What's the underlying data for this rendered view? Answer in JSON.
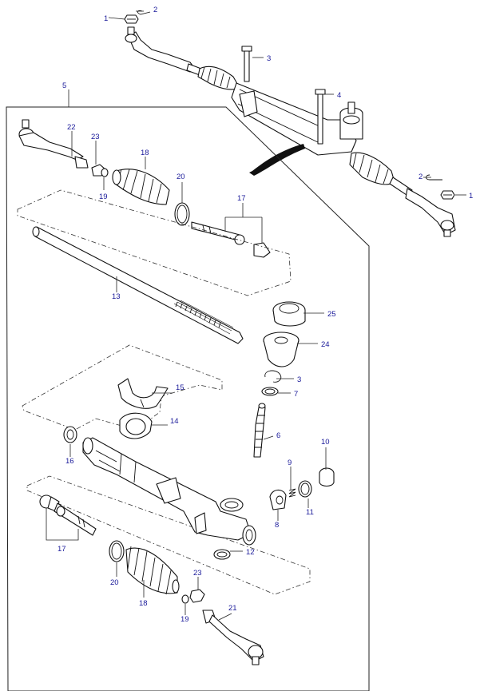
{
  "diagram": {
    "labels": [
      {
        "id": "l1a",
        "text": "1"
      },
      {
        "id": "l2a",
        "text": "2"
      },
      {
        "id": "l3a",
        "text": "3"
      },
      {
        "id": "l4",
        "text": "4"
      },
      {
        "id": "l5",
        "text": "5"
      },
      {
        "id": "l2b",
        "text": "2"
      },
      {
        "id": "l1b",
        "text": "1"
      },
      {
        "id": "l22",
        "text": "22"
      },
      {
        "id": "l23a",
        "text": "23"
      },
      {
        "id": "l18a",
        "text": "18"
      },
      {
        "id": "l19a",
        "text": "19"
      },
      {
        "id": "l20a",
        "text": "20"
      },
      {
        "id": "l17a",
        "text": "17"
      },
      {
        "id": "l13",
        "text": "13"
      },
      {
        "id": "l25",
        "text": "25"
      },
      {
        "id": "l24",
        "text": "24"
      },
      {
        "id": "l3b",
        "text": "3"
      },
      {
        "id": "l7",
        "text": "7"
      },
      {
        "id": "l15",
        "text": "15"
      },
      {
        "id": "l14",
        "text": "14"
      },
      {
        "id": "l6",
        "text": "6"
      },
      {
        "id": "l10",
        "text": "10"
      },
      {
        "id": "l9",
        "text": "9"
      },
      {
        "id": "l16",
        "text": "16"
      },
      {
        "id": "l11",
        "text": "11"
      },
      {
        "id": "l8",
        "text": "8"
      },
      {
        "id": "l12",
        "text": "12"
      },
      {
        "id": "l17b",
        "text": "17"
      },
      {
        "id": "l20b",
        "text": "20"
      },
      {
        "id": "l18b",
        "text": "18"
      },
      {
        "id": "l23b",
        "text": "23"
      },
      {
        "id": "l21",
        "text": "21"
      },
      {
        "id": "l19b",
        "text": "19"
      }
    ]
  }
}
